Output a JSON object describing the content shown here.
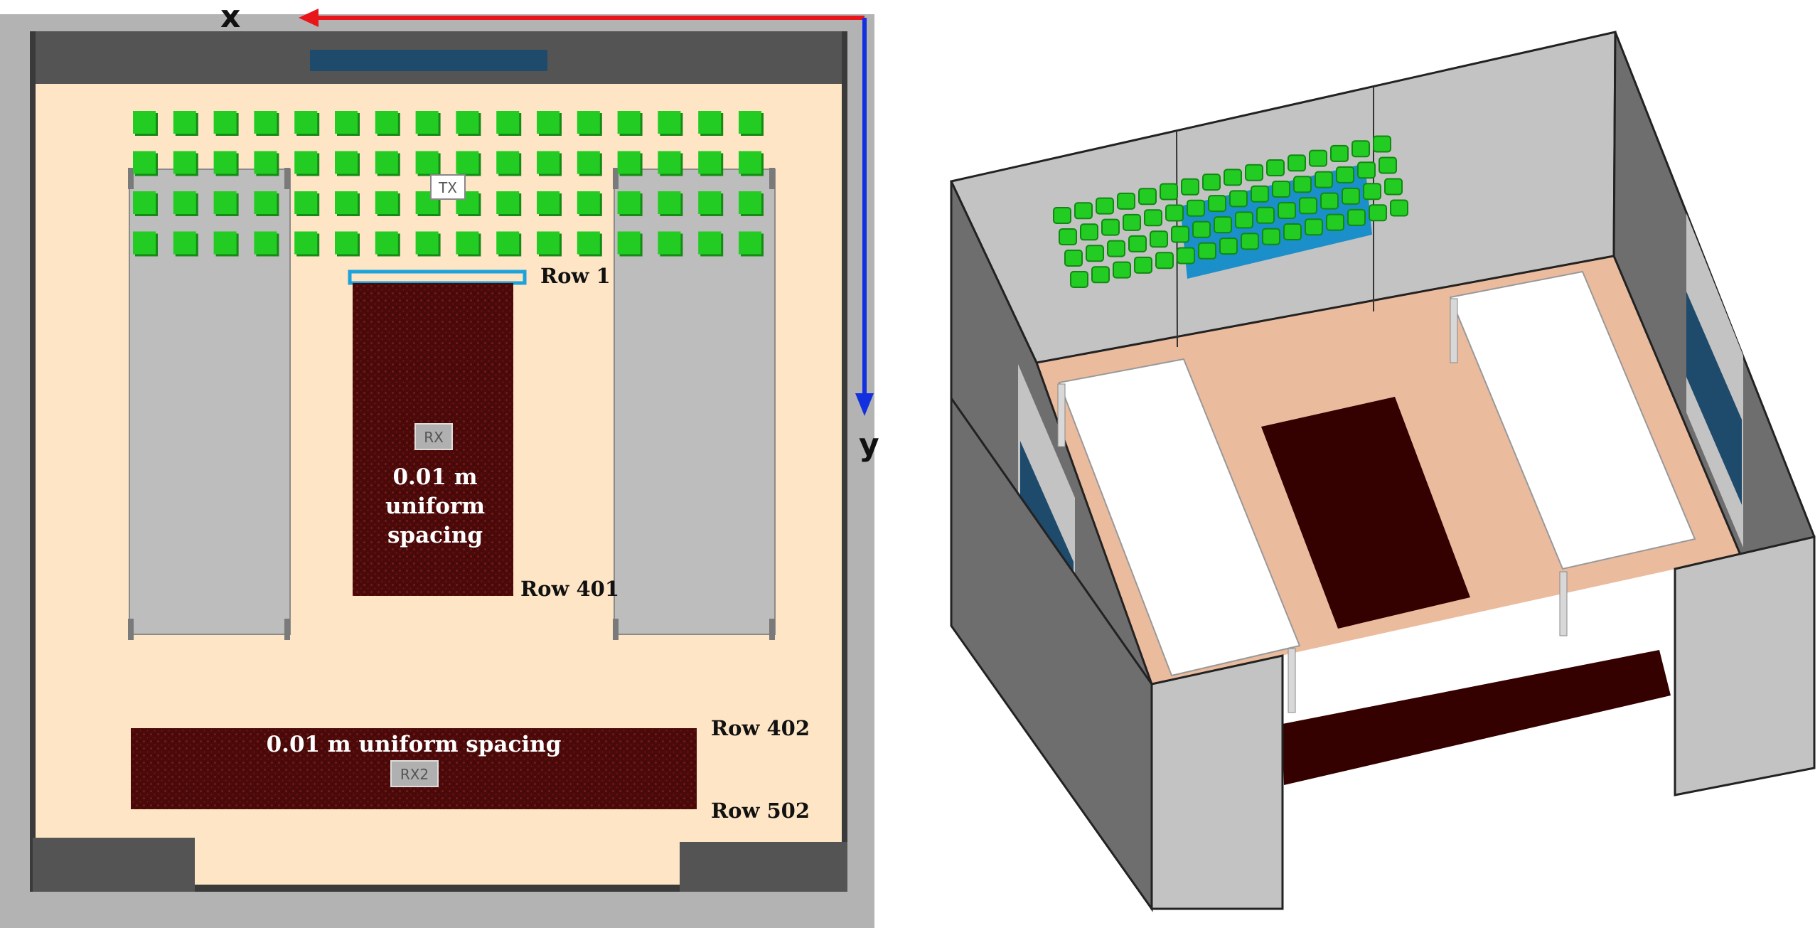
{
  "colors": {
    "outer_frame": "#b3b3b3",
    "floor": "#fde5c5",
    "wall_dark": "#545454",
    "window": "#1e4a6b",
    "seat_green": "#22cc22",
    "rx_region": "#4a0a0a",
    "rx_marker": "#b0b0b0",
    "tx_marker": "#ffffff",
    "row1_highlight": "#1ca3dc",
    "x_axis": "#e8151b",
    "y_axis": "#1230dd",
    "floor_3d": "#ebbb9e",
    "wall_3d_light": "#c3c3c3",
    "wall_3d_dark": "#6e6e6e",
    "table_3d": "#ffffff",
    "rx_3d": "#340000"
  },
  "axes": {
    "x_label": "x",
    "y_label": "y"
  },
  "markers": {
    "tx": "TX",
    "rx": "RX",
    "rx2": "RX2"
  },
  "labels": {
    "row1": "Row 1",
    "row401": "Row 401",
    "row402": "Row 402",
    "row502": "Row 502",
    "rx1_spacing_line1": "0.01 m",
    "rx1_spacing_line2": "uniform",
    "rx1_spacing_line3": "spacing",
    "rx2_spacing": "0.01 m uniform spacing"
  },
  "seating": {
    "rows": 4,
    "columns": 16
  }
}
